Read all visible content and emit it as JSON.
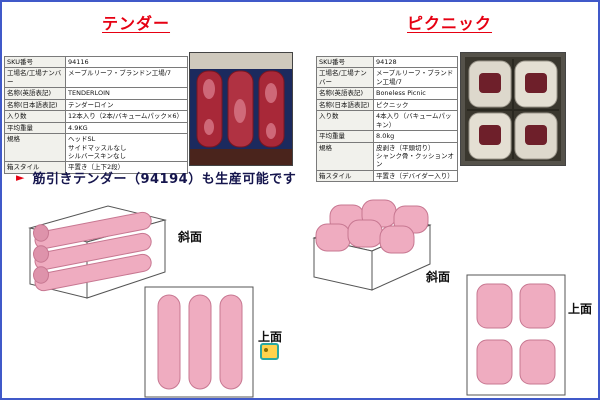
{
  "titles": {
    "left": "テンダー",
    "right": "ピクニック"
  },
  "note": {
    "arrow": "►",
    "text": "筋引きテンダー（94194）も生産可能です"
  },
  "left_table": {
    "rows": [
      {
        "label": "SKU番号",
        "value": "94116"
      },
      {
        "label": "工場名/工場ナンバー",
        "value": "メープルリーフ・ブランドン工場/7"
      },
      {
        "label": "名称(英語表記)",
        "value": "TENDERLOIN"
      },
      {
        "label": "名称(日本語表記)",
        "value": "テンダーロイン"
      },
      {
        "label": "入り数",
        "value": "12本入り（2本/バキュームパック×6）"
      },
      {
        "label": "平均重量",
        "value": "4.9KG"
      },
      {
        "label": "規格",
        "value": "ヘッドSL\nサイドマッスルなし\nシルバースキンなし"
      },
      {
        "label": "箱スタイル",
        "value": "平置き（上下2段）"
      }
    ]
  },
  "right_table": {
    "rows": [
      {
        "label": "SKU番号",
        "value": "94128"
      },
      {
        "label": "工場名/工場ナンバー",
        "value": "メープルリーフ・ブランドン工場/7"
      },
      {
        "label": "名称(英語表記)",
        "value": "Boneless Picnic"
      },
      {
        "label": "名称(日本語表記)",
        "value": "ピクニック"
      },
      {
        "label": "入り数",
        "value": "4本入り（バキュームパッキン）"
      },
      {
        "label": "平均重量",
        "value": "8.0kg"
      },
      {
        "label": "規格",
        "value": "皮剥き（平頭切り）\nシャンク骨・クッションオン"
      },
      {
        "label": "箱スタイル",
        "value": "平置き（デバイダー入り）"
      }
    ]
  },
  "diagrams": {
    "left": {
      "slant_label": "斜面",
      "top_label": "上面"
    },
    "right": {
      "slant_label": "斜面",
      "top_label": "上面"
    }
  },
  "icons": {
    "note_marker": "speech-bubble-icon",
    "bullet": "red-arrow-icon"
  },
  "colors": {
    "accent_red": "#e60012",
    "navy_text": "#15154d",
    "meat_pink": "#efacc0",
    "frame_blue": "#4059c9"
  }
}
